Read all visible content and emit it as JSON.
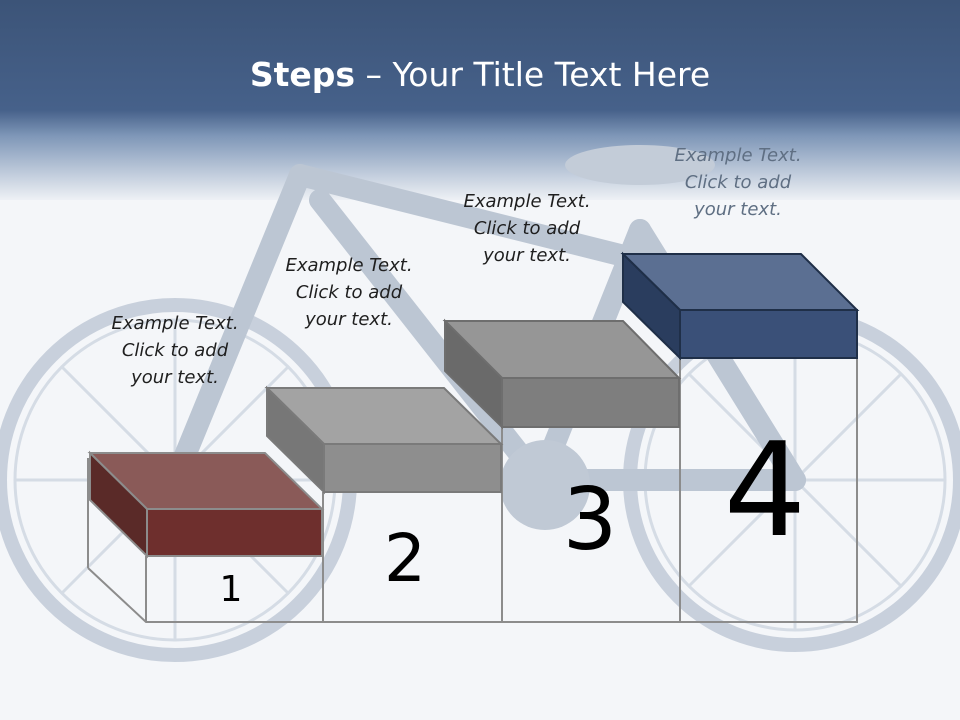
{
  "slide": {
    "title_bold": "Steps",
    "title_rest": " – Your Title Text Here"
  },
  "steps": [
    {
      "number": "1",
      "text_line1": "Example Text.",
      "text_line2": "Click  to add",
      "text_line3": "your text.",
      "color": "#7a3434"
    },
    {
      "number": "2",
      "text_line1": "Example Text.",
      "text_line2": "Click  to add",
      "text_line3": "your text.",
      "color": "#8c8c8c"
    },
    {
      "number": "3",
      "text_line1": "Example Text.",
      "text_line2": "Click  to add",
      "text_line3": "your text.",
      "color": "#7c7c7c"
    },
    {
      "number": "4",
      "text_line1": "Example Text.",
      "text_line2": "Click  to add",
      "text_line3": "your text.",
      "color": "#2f4a72"
    }
  ],
  "colors": {
    "header": "#3c5478",
    "background": "#f4f6f9",
    "bike": "#c9d2dd"
  }
}
